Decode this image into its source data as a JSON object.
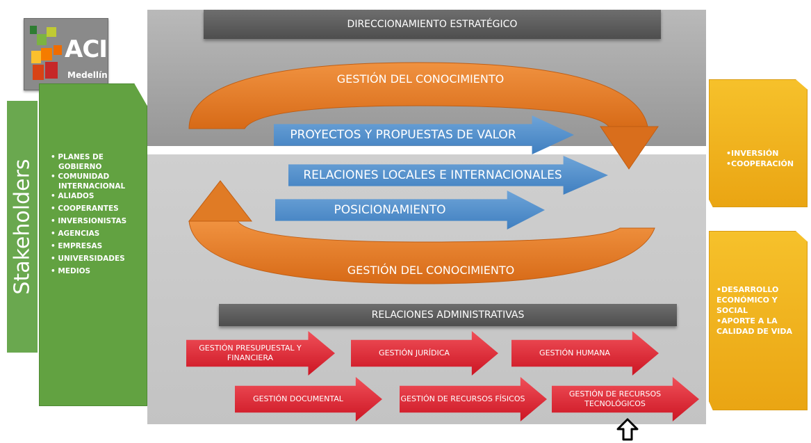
{
  "logo": {
    "text": "ACI",
    "city": "Medellín"
  },
  "stakeholders": {
    "title": "Stakeholders",
    "items": [
      "• PLANES DE",
      "  GOBIERNO",
      "• COMUNIDAD",
      "  INTERNACIONAL",
      "• ALIADOS",
      "• COOPERANTES",
      "• INVERSIONISTAS",
      "• AGENCIAS",
      "• EMPRESAS",
      "• UNIVERSIDADES",
      "• MEDIOS"
    ]
  },
  "center": {
    "direccionamiento": "DIRECCIONAMIENTO ESTRATÉGICO",
    "gestion_top": "GESTIÓN DEL CONOCIMIENTO",
    "gestion_bottom": "GESTIÓN DEL CONOCIMIENTO",
    "blue_arrows": [
      "PROYECTOS Y PROPUESTAS DE VALOR",
      "RELACIONES LOCALES E INTERNACIONALES",
      "POSICIONAMIENTO"
    ],
    "relaciones_administrativas": "RELACIONES ADMINISTRATIVAS",
    "red_arrows": [
      "GESTIÓN PRESUPUESTAL Y FINANCIERA",
      "GESTIÓN JURÍDICA",
      "GESTIÓN  HUMANA",
      "GESTIÓN DOCUMENTAL",
      "GESTIÓN DE RECURSOS FÍSICOS",
      "GESTIÓN DE RECURSOS TECNOLÓGICOS"
    ]
  },
  "right": {
    "top_items": [
      "•INVERSIÓN",
      "•COOPERACIÓN"
    ],
    "bottom_items": [
      "•DESARROLLO",
      "ECONÓMICO Y",
      "SOCIAL",
      "•APORTE A LA",
      "CALIDAD DE VIDA"
    ]
  },
  "colors": {
    "green": "#62a241",
    "orange": "#e07b25",
    "blue": "#3f7fc0",
    "red": "#d9232f",
    "yellow": "#f2b41e",
    "dark": "#5a5a5a"
  }
}
